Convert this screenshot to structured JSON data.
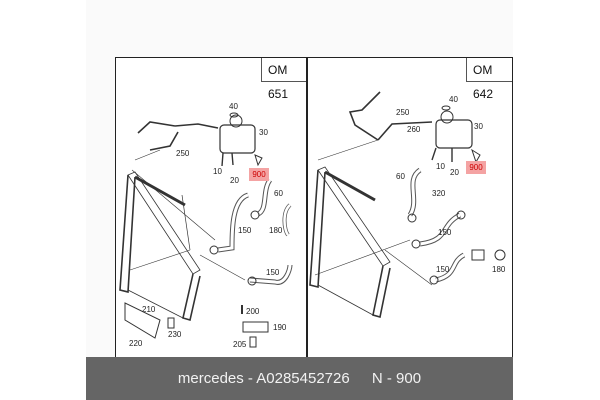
{
  "panels": [
    {
      "engine_label": "OM 651",
      "highlight_part": "900",
      "part_numbers": [
        "40",
        "30",
        "250",
        "10",
        "20",
        "60",
        "150",
        "180",
        "150",
        "210",
        "230",
        "220",
        "200",
        "190",
        "205"
      ]
    },
    {
      "engine_label": "OM 642",
      "highlight_part": "900",
      "part_numbers": [
        "40",
        "250",
        "30",
        "260",
        "10",
        "20",
        "60",
        "320",
        "150",
        "150",
        "180"
      ]
    }
  ],
  "caption": {
    "brand_part": "mercedes - A0285452726",
    "position": "N - 900"
  },
  "colors": {
    "highlight_bg": "#f4a3a3",
    "highlight_text": "#cc0000",
    "caption_bg": "#656565"
  }
}
